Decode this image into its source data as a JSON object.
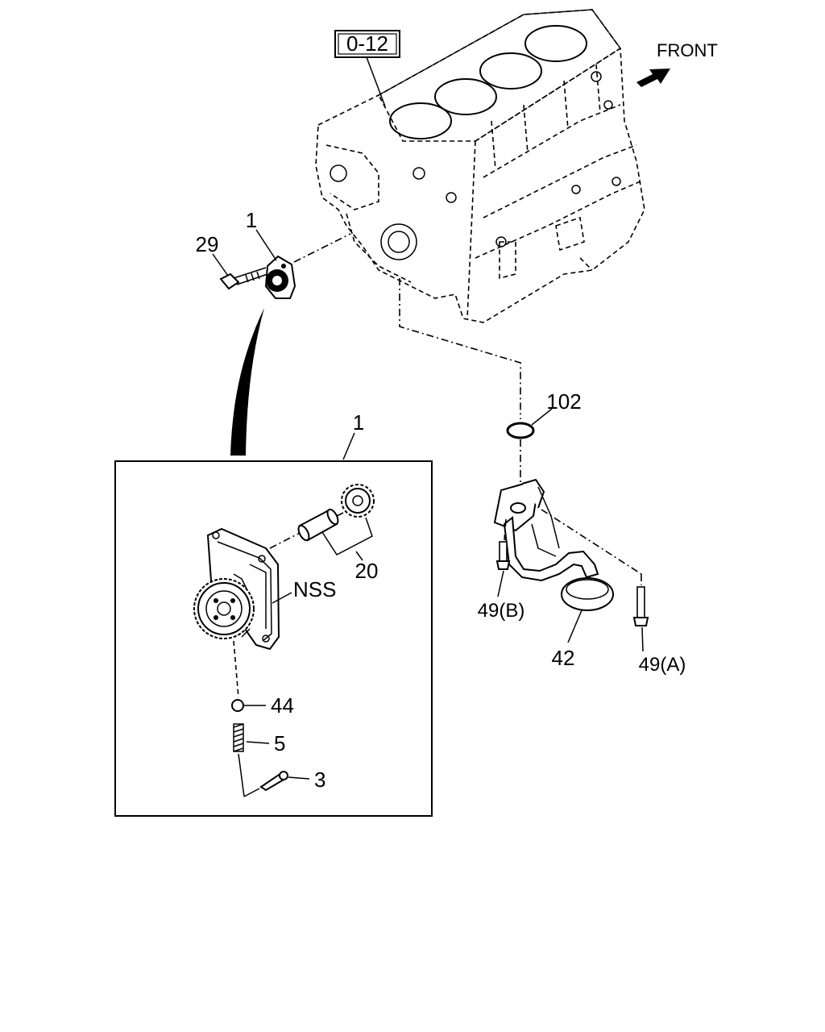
{
  "diagram": {
    "reference_box": "0-12",
    "front_label": "FRONT",
    "labels": {
      "pump_small": "1",
      "bolt_29": "29",
      "detail_box": "1",
      "oring_102": "102",
      "shaft_gear_20": "20",
      "nss": "NSS",
      "bolt_49b": "49(B)",
      "bolt_49a": "49(A)",
      "strainer_42": "42",
      "ball_44": "44",
      "spring_5": "5",
      "pin_3": "3"
    }
  }
}
